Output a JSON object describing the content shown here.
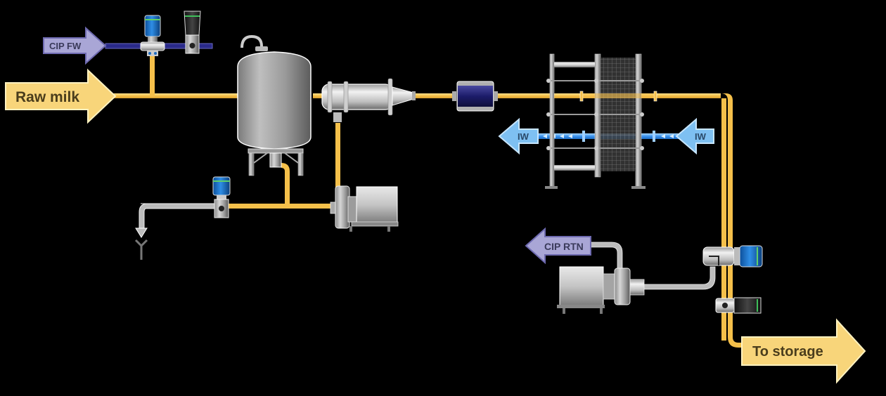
{
  "diagram": {
    "type": "process-flow",
    "background": "#000000",
    "colors": {
      "milk_pipe": "#f5c04a",
      "milk_pipe_highlight": "#ffe08a",
      "cip_pipe": "#2a2a8a",
      "water_pipe": "#4aa0ff",
      "drain_pipe": "#b8b8b8",
      "arrow_milk_fill": "#f8d57a",
      "arrow_cip_fill": "#a9a6d6",
      "arrow_iw_fill": "#7ec0f2",
      "label_text": "#4a3d1c",
      "cip_label_text": "#3a3a5a",
      "iw_label_text": "#2a4a6a"
    },
    "arrows": {
      "raw_milk": {
        "label": "Raw milk",
        "direction": "right"
      },
      "cip_fw": {
        "label": "CIP FW",
        "direction": "right"
      },
      "iw_in": {
        "label": "IW",
        "direction": "left"
      },
      "iw_out": {
        "label": "IW",
        "direction": "left"
      },
      "cip_rtn": {
        "label": "CIP RTN",
        "direction": "left"
      },
      "to_storage": {
        "label": "To storage",
        "direction": "right"
      }
    },
    "components": [
      {
        "id": "cip-inlet-valve",
        "kind": "valve-actuator-blue"
      },
      {
        "id": "cip-check-valve",
        "kind": "valve-actuator-black"
      },
      {
        "id": "balance-tank",
        "kind": "tank"
      },
      {
        "id": "drain-valve",
        "kind": "valve-actuator-blue"
      },
      {
        "id": "feed-pump",
        "kind": "centrifugal-pump"
      },
      {
        "id": "deaerator-cylinder",
        "kind": "horizontal-vessel"
      },
      {
        "id": "flow-meter",
        "kind": "inline-meter"
      },
      {
        "id": "plate-heat-exchanger",
        "kind": "plate-heat-exchanger"
      },
      {
        "id": "cip-return-pump",
        "kind": "centrifugal-pump"
      },
      {
        "id": "divert-valve",
        "kind": "valve-actuator-blue"
      },
      {
        "id": "outlet-valve",
        "kind": "valve-actuator-black"
      }
    ]
  }
}
